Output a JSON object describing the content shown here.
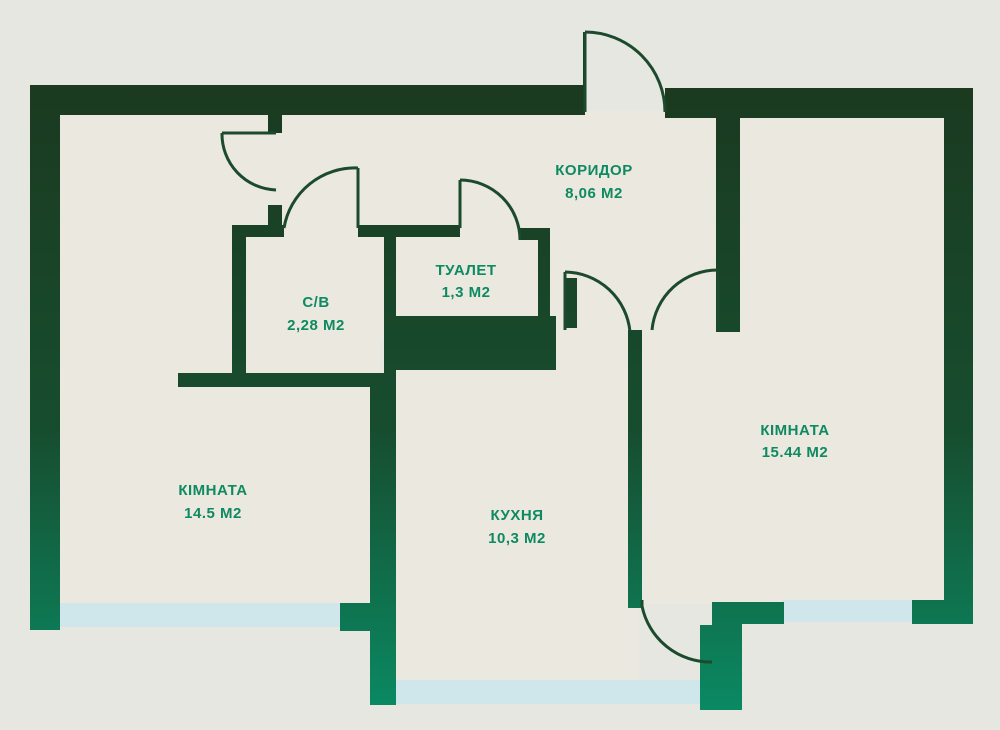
{
  "colors": {
    "background": "#e6e7e0",
    "floor": "#ebe8df",
    "wall_top": "#1b3a20",
    "wall_bottom": "#0a8a63",
    "label": "#0e8a62",
    "window": "#cfe6ea",
    "door": "#1b4a2c"
  },
  "rooms": {
    "corridor": {
      "name": "КОРИДОР",
      "area": "8,06 М2"
    },
    "toilet": {
      "name": "ТУАЛЕТ",
      "area": "1,3 М2"
    },
    "bathroom": {
      "name": "С/В",
      "area": "2,28 М2"
    },
    "room_left": {
      "name": "КІМНАТА",
      "area": "14.5 М2"
    },
    "kitchen": {
      "name": "КУХНЯ",
      "area": "10,3 М2"
    },
    "room_right": {
      "name": "КІМНАТА",
      "area": "15.44 М2"
    }
  }
}
